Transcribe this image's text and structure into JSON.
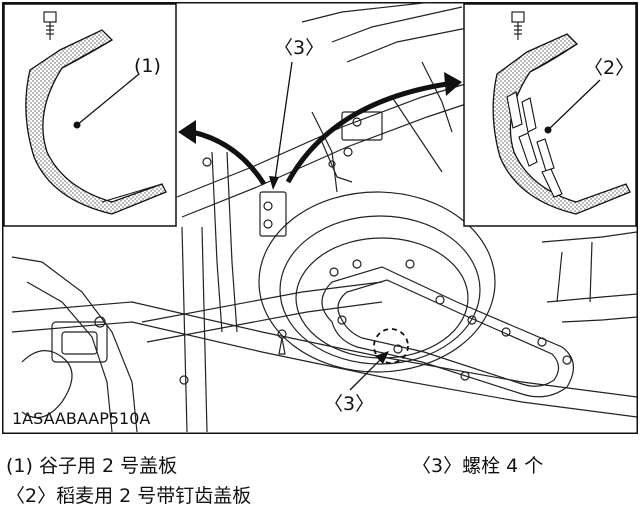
{
  "figure": {
    "code": "1ASAABAAP510A",
    "callouts": {
      "inset_left": "(1)",
      "inset_right": "〈2〉",
      "main_top": "〈3〉",
      "main_bottom": "〈3〉"
    }
  },
  "legend": {
    "item_1": "(1) 谷子用 2 号盖板",
    "item_2": "〈2〉稻麦用 2 号带钉齿盖板",
    "item_3": "〈3〉螺栓 4 个"
  }
}
